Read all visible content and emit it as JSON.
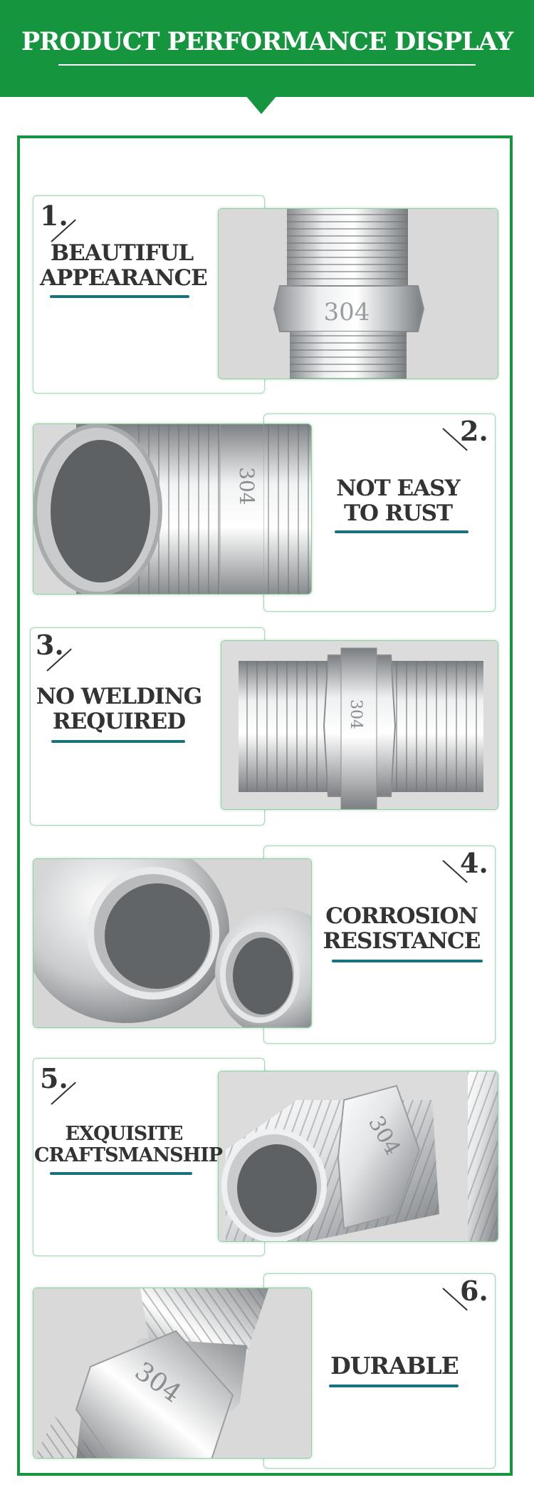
{
  "header": {
    "title": "PRODUCT PERFORMANCE DISPLAY"
  },
  "colors": {
    "brand_green": "#15963e",
    "frame_green": "#a5d9b4",
    "underline_teal": "#19717e",
    "text_dark": "#333333",
    "metal_light": "#e6e8ea",
    "metal_dark": "#6f7275",
    "photo_bg": "#d9d9d9"
  },
  "features": [
    {
      "number": "1.",
      "lines": [
        "BEAUTIFUL",
        "APPEARANCE"
      ],
      "image": "hex-nipple-304-upright"
    },
    {
      "number": "2.",
      "lines": [
        "NOT EASY",
        "TO RUST"
      ],
      "image": "hex-nipple-open-end-closeup"
    },
    {
      "number": "3.",
      "lines": [
        "NO WELDING",
        "REQUIRED"
      ],
      "image": "hex-nipple-horizontal"
    },
    {
      "number": "4.",
      "lines": [
        "CORROSION",
        "RESISTANCE"
      ],
      "image": "two-pipe-ends-closeup"
    },
    {
      "number": "5.",
      "lines": [
        "EXQUISITE",
        "CRAFTSMANSHIP"
      ],
      "image": "hex-nipple-angled"
    },
    {
      "number": "6.",
      "lines": [
        "DURABLE"
      ],
      "image": "hex-nipple-304-tilted"
    }
  ]
}
